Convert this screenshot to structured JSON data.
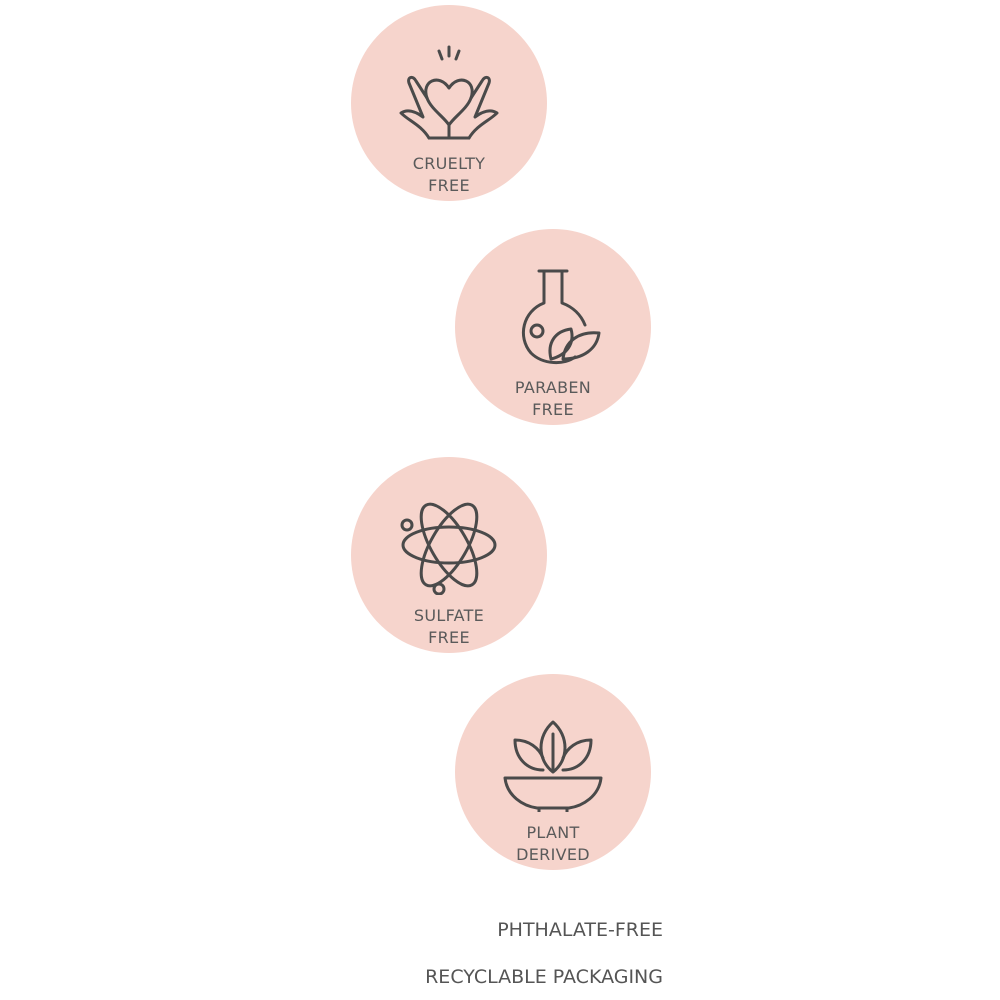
{
  "badges": [
    {
      "icon": "hands-heart-icon",
      "line1": "CRUELTY",
      "line2": "FREE"
    },
    {
      "icon": "flask-leaf-icon",
      "line1": "PARABEN",
      "line2": "FREE"
    },
    {
      "icon": "atom-icon",
      "line1": "SULFATE",
      "line2": "FREE"
    },
    {
      "icon": "leaves-bowl-icon",
      "line1": "PLANT",
      "line2": "DERIVED"
    }
  ],
  "features": [
    "PHTHALATE-FREE",
    "RECYCLABLE PACKAGING"
  ],
  "colors": {
    "badge_bg": "#f6d4cc",
    "text": "#555555"
  }
}
